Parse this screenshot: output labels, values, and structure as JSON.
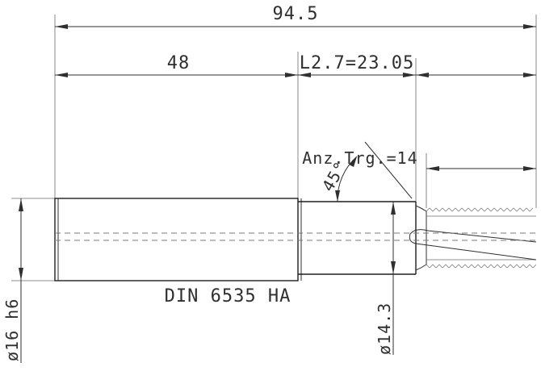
{
  "drawing": {
    "dimensions": {
      "overall_length": "94.5",
      "shank_length": "48",
      "thread_length": "L2.7=23.05",
      "angle": "45°",
      "teeth_count": "Anz.Trg.=14",
      "shank_diameter": "ø16 h6",
      "neck_diameter": "ø14.3"
    },
    "standard_label": "DIN 6535 HA",
    "colors": {
      "line": "#2f2f2f",
      "centerline": "#7a7a7a",
      "background": "#ffffff"
    }
  }
}
